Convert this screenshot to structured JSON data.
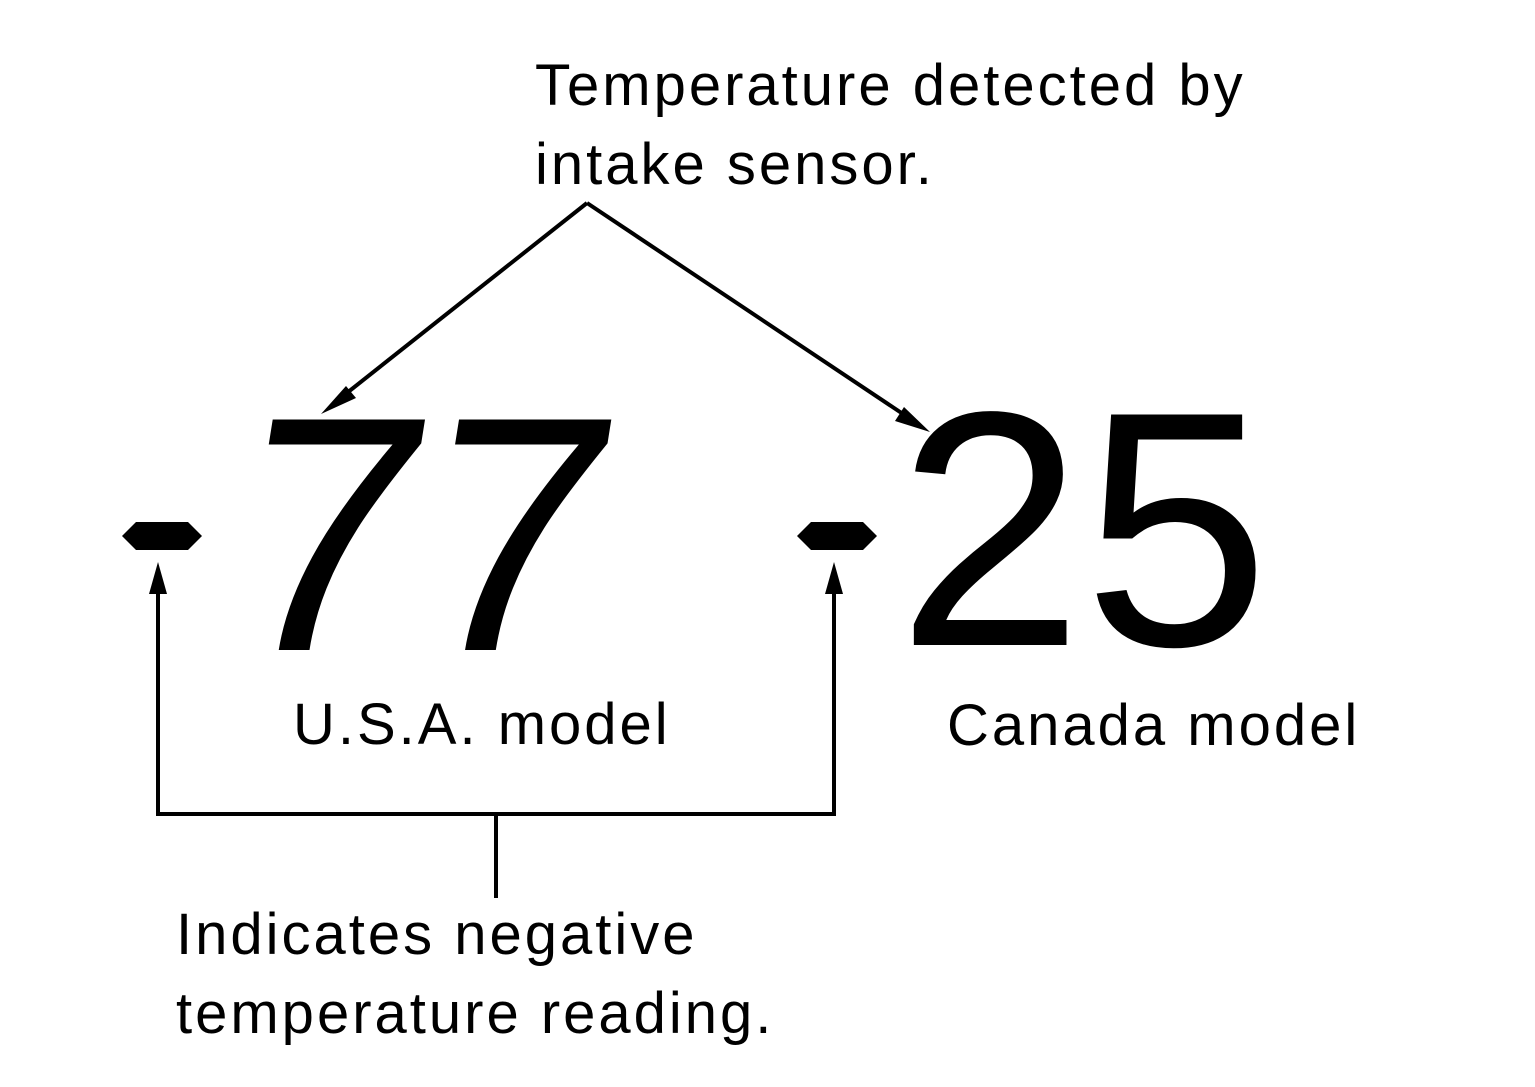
{
  "callouts": {
    "intake_sensor_line1": "Temperature detected by",
    "intake_sensor_line2": "intake sensor.",
    "negative_line1": "Indicates negative",
    "negative_line2": "temperature reading."
  },
  "displays": {
    "usa": {
      "value": "77",
      "model_label": "U.S.A. model"
    },
    "canada": {
      "value": "25",
      "model_label": "Canada model"
    }
  }
}
